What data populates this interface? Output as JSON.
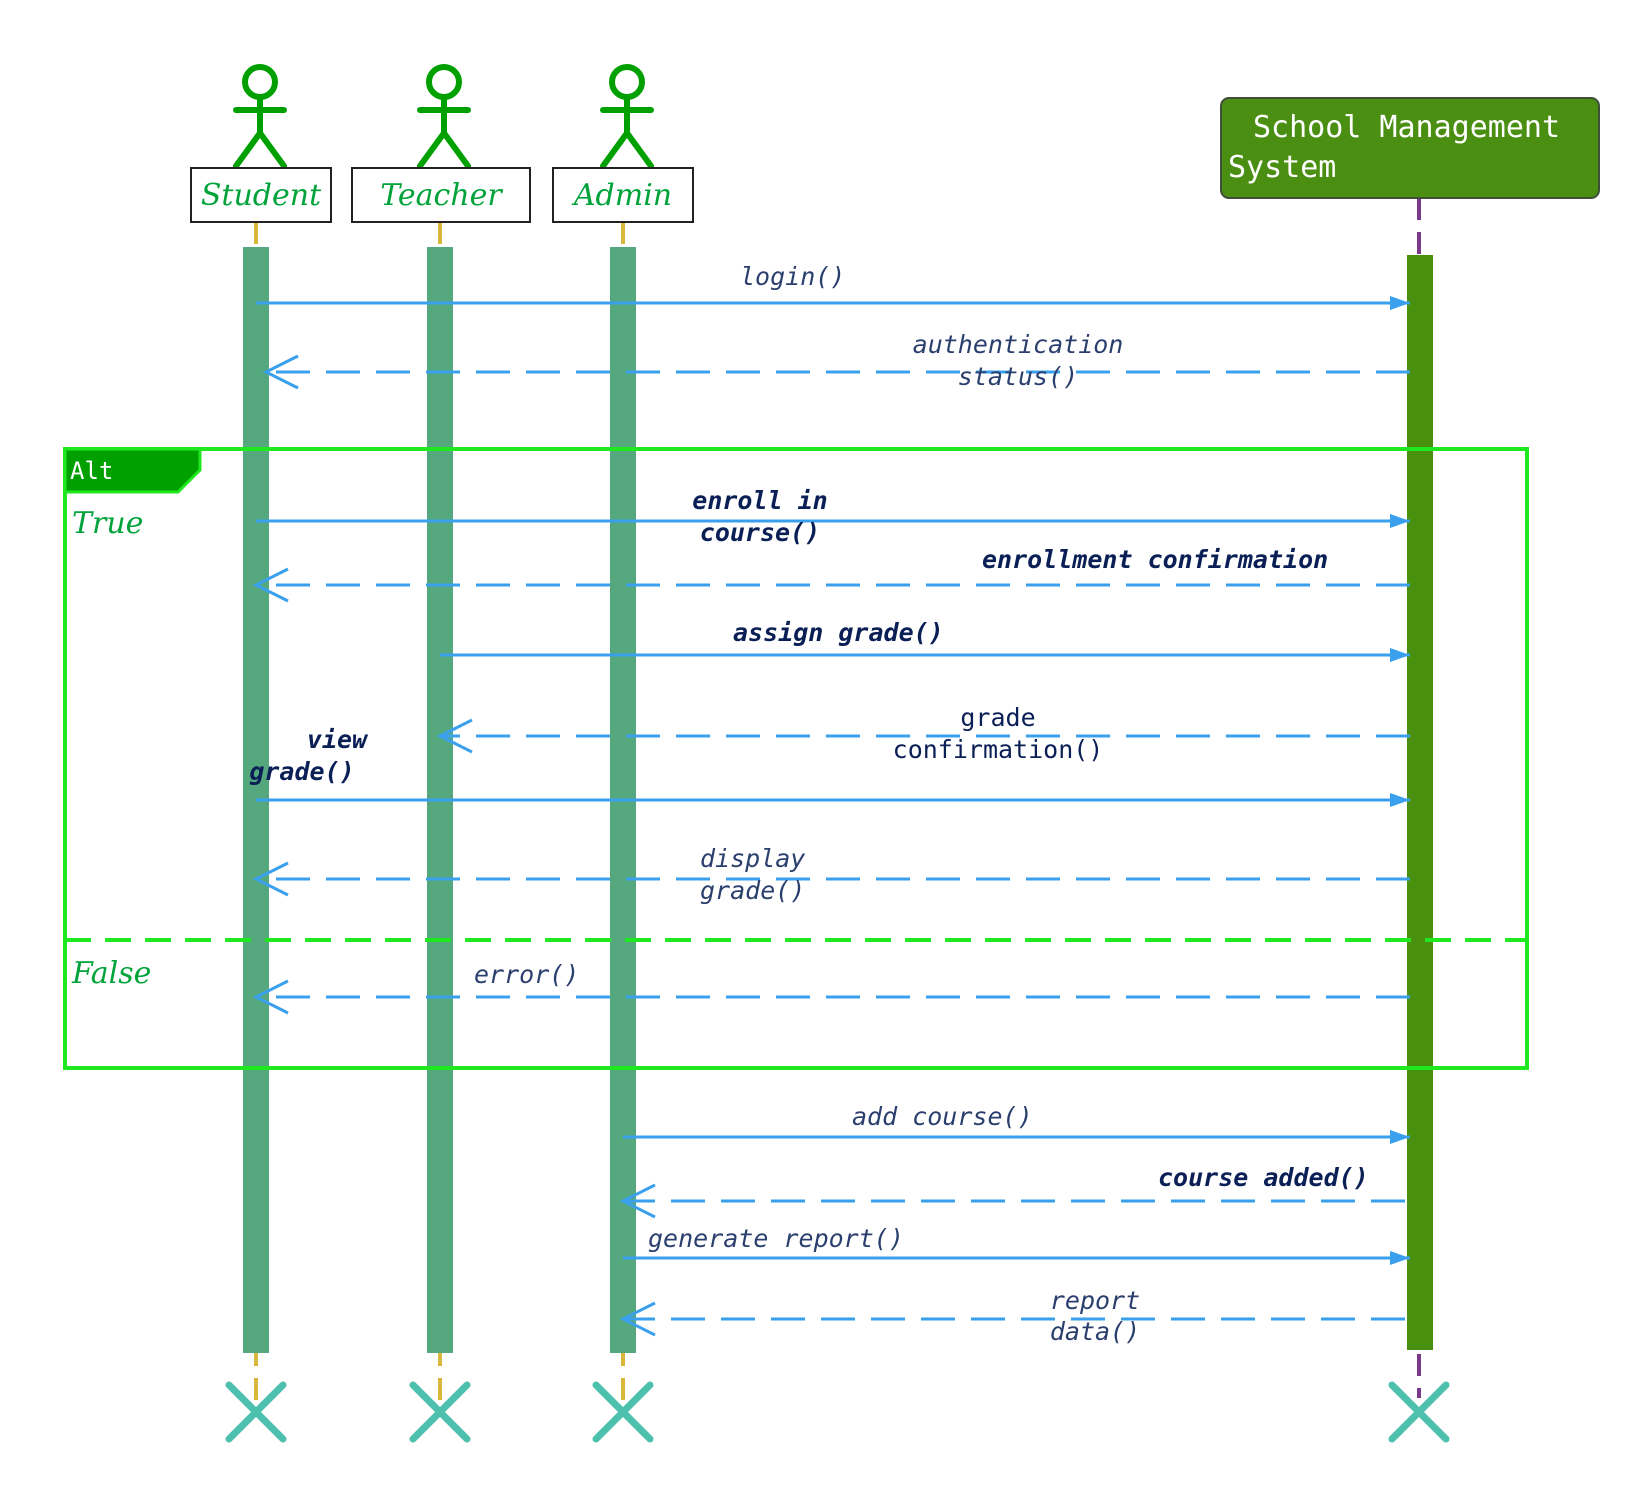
{
  "actors": [
    {
      "id": "student",
      "label": "Student"
    },
    {
      "id": "teacher",
      "label": "Teacher"
    },
    {
      "id": "admin",
      "label": "Admin"
    }
  ],
  "system": {
    "label_line1": "School Management",
    "label_line2": "System"
  },
  "colors": {
    "actor": "#00a000",
    "actor_text": "#00a33a",
    "lifeline": "#d9b73a",
    "activation": "#55a87e",
    "system_box": "#4a8f12",
    "system_activation": "#4a900f",
    "system_lifeline": "#7a3a8c",
    "arrow": "#3aa0ee",
    "fragment": "#1fe81f",
    "fragment_tag": "#00a000",
    "destroy": "#4ec0ae"
  },
  "fragment": {
    "tag": "Alt",
    "guard_true": "True",
    "guard_false": "False"
  },
  "messages": [
    {
      "id": "m1",
      "lines": [
        "login()"
      ],
      "style": "light"
    },
    {
      "id": "m2",
      "lines": [
        "authentication",
        "status()"
      ],
      "style": "light"
    },
    {
      "id": "m3",
      "lines": [
        "enroll in",
        "course()"
      ],
      "style": "bold"
    },
    {
      "id": "m4",
      "lines": [
        "enrollment confirmation"
      ],
      "style": "bold"
    },
    {
      "id": "m5",
      "lines": [
        "assign grade()"
      ],
      "style": "bold"
    },
    {
      "id": "m6",
      "lines": [
        "grade",
        "confirmation()"
      ],
      "style": "plain"
    },
    {
      "id": "m7",
      "lines": [
        "view",
        "grade()"
      ],
      "style": "bold"
    },
    {
      "id": "m8",
      "lines": [
        "display",
        "grade()"
      ],
      "style": "light"
    },
    {
      "id": "m9",
      "lines": [
        "error()"
      ],
      "style": "light"
    },
    {
      "id": "m10",
      "lines": [
        "add course()"
      ],
      "style": "light"
    },
    {
      "id": "m11",
      "lines": [
        "course added()"
      ],
      "style": "bold"
    },
    {
      "id": "m12",
      "lines": [
        "generate report()"
      ],
      "style": "light"
    },
    {
      "id": "m13",
      "lines": [
        "report",
        "data()"
      ],
      "style": "light"
    }
  ]
}
